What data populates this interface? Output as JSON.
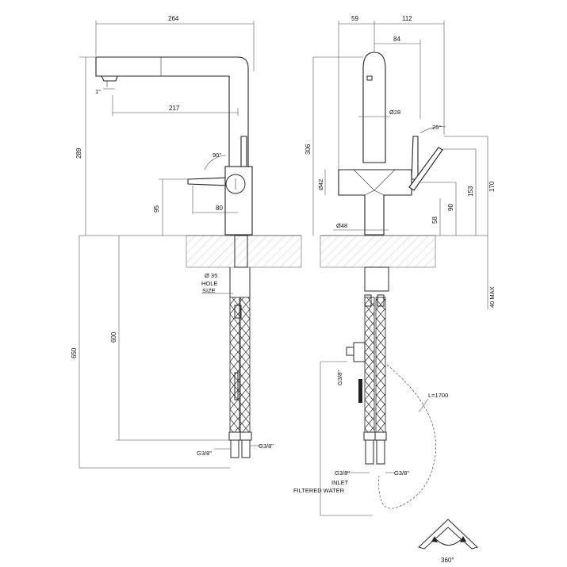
{
  "side_view": {
    "dims": {
      "width_total": "264",
      "reach": "217",
      "tilt": "1°",
      "height_total": "289",
      "lever_angle": "90°",
      "body_height": "95",
      "body_offset": "80",
      "below_total": "650",
      "hose_length": "600",
      "hole": "Ø 35",
      "hole_label": "HOLE",
      "size_label": "SIZE",
      "conn_left": "G3/8\"",
      "conn_right": "G3/8\""
    }
  },
  "front_view": {
    "dims": {
      "top_a": "59",
      "top_b": "112",
      "top_c": "84",
      "spout_dia": "Ø28",
      "lever_angle": "25°",
      "height_total": "306",
      "body_dia": "Ø42",
      "h170": "170",
      "h153": "153",
      "h90": "90",
      "h58": "58",
      "base_dia": "Ø48",
      "max_thickness": "40 MAX",
      "hose_len": "L=1700",
      "conn_side": "G3/8\"",
      "conn_bottom_left": "G3/8\"",
      "conn_bottom_right": "G3/8\"",
      "inlet_label": "INLET",
      "filtered_label": "FILTERED WATER",
      "rotation": "360°"
    }
  }
}
